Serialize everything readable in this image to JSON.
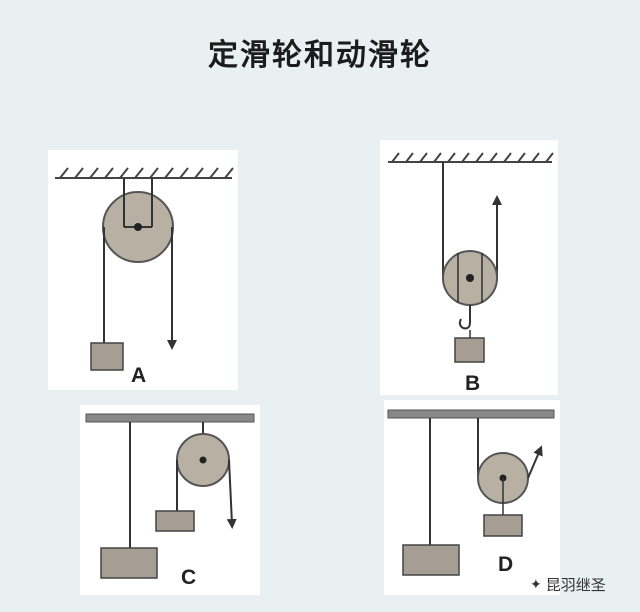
{
  "title": "定滑轮和动滑轮",
  "diagrams": [
    {
      "label": "A"
    },
    {
      "label": "B"
    },
    {
      "label": "C"
    },
    {
      "label": "D"
    }
  ],
  "watermark": {
    "icon": "wechat-icon",
    "text": "昆羽继圣"
  },
  "colors": {
    "background": "#e9f0f1",
    "panel": "#ffffff",
    "pulley": "#b9b0a4",
    "weight": "#a69e92",
    "line": "#333333"
  }
}
